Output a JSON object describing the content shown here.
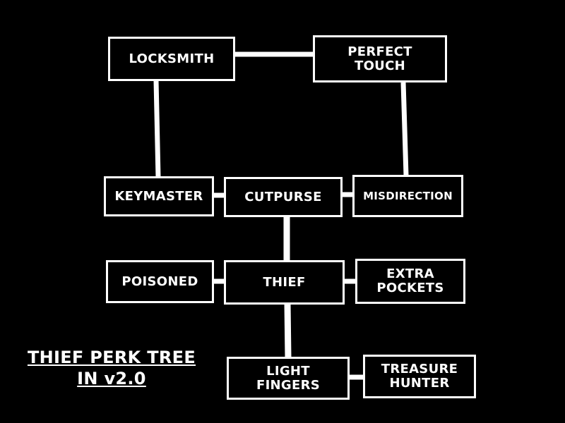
{
  "title": "THIEF PERK TREE\nIN v2.0",
  "nodes": {
    "locksmith": "LOCKSMITH",
    "perfect_touch": "PERFECT\nTOUCH",
    "keymaster": "KEYMASTER",
    "cutpurse": "CUTPURSE",
    "misdirection": "MISDIRECTION",
    "poisoned": "POISONED",
    "thief": "THIEF",
    "extra_pockets": "EXTRA\nPOCKETS",
    "light_fingers": "LIGHT\nFINGERS",
    "treasure_hunter": "TREASURE\nHUNTER"
  },
  "connections": [
    [
      "locksmith",
      "perfect_touch"
    ],
    [
      "locksmith",
      "keymaster"
    ],
    [
      "perfect_touch",
      "misdirection"
    ],
    [
      "keymaster",
      "cutpurse"
    ],
    [
      "cutpurse",
      "misdirection"
    ],
    [
      "cutpurse",
      "thief"
    ],
    [
      "poisoned",
      "thief"
    ],
    [
      "thief",
      "extra_pockets"
    ],
    [
      "thief",
      "light_fingers"
    ],
    [
      "light_fingers",
      "treasure_hunter"
    ]
  ],
  "colors": {
    "background": "#000000",
    "foreground": "#ffffff"
  }
}
